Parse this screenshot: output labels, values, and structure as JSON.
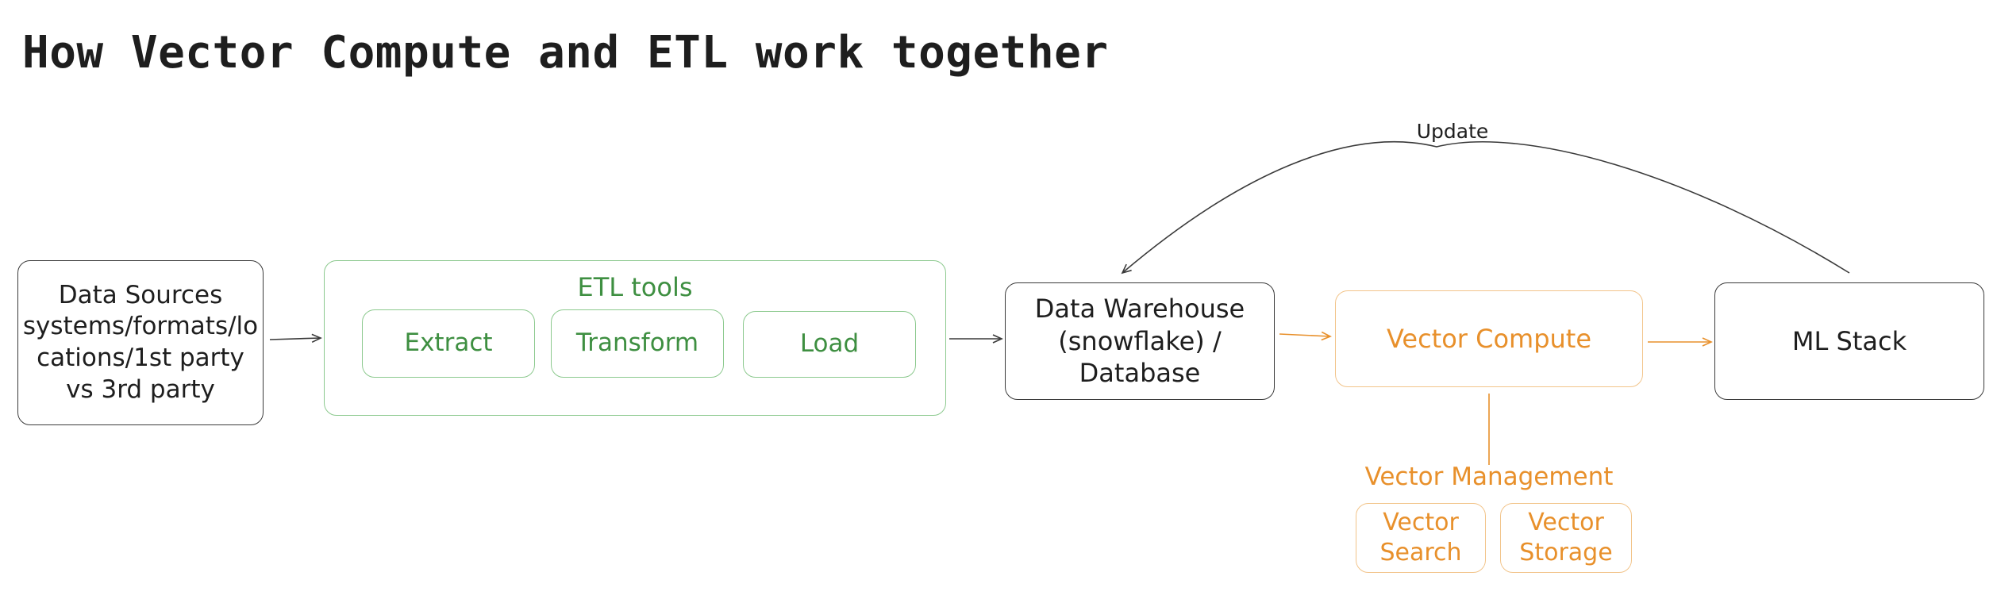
{
  "title": "How Vector Compute and ETL work together",
  "nodes": {
    "data_sources": {
      "line1": "Data Sources",
      "line2": "systems/formats/lo",
      "line3": "cations/1st party",
      "line4": "vs 3rd party"
    },
    "etl_tools": {
      "label": "ETL tools",
      "extract": "Extract",
      "transform": "Transform",
      "load": "Load"
    },
    "data_warehouse": {
      "line1": "Data Warehouse",
      "line2": "(snowflake) /",
      "line3": "Database"
    },
    "vector_compute": {
      "label": "Vector Compute"
    },
    "ml_stack": {
      "label": "ML Stack"
    },
    "vector_management": {
      "label": "Vector Management"
    },
    "vector_search": {
      "line1": "Vector",
      "line2": "Search"
    },
    "vector_storage": {
      "line1": "Vector",
      "line2": "Storage"
    }
  },
  "edges": {
    "update_label": "Update"
  },
  "colors": {
    "dark": "#1e1e1e",
    "green": "#3e8f41",
    "orange": "#e8902b"
  }
}
